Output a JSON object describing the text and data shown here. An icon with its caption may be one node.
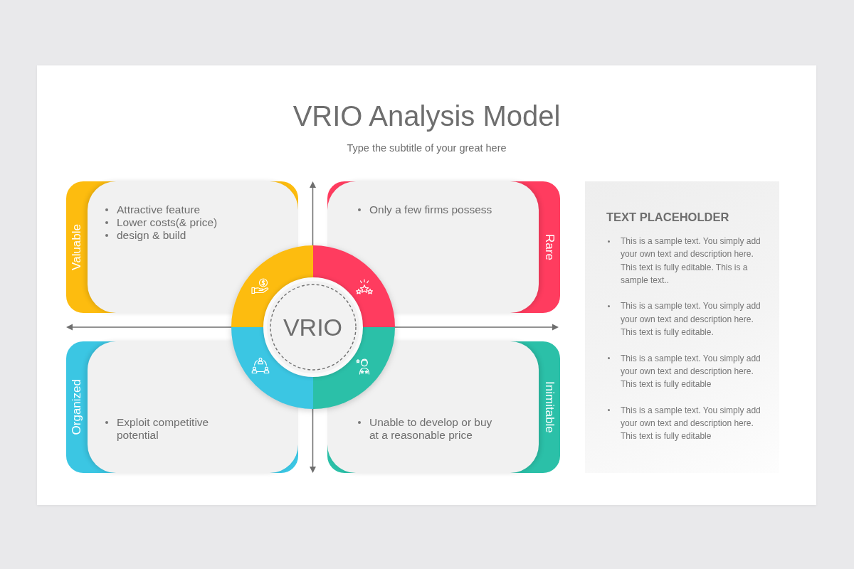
{
  "diagram": {
    "title": "VRIO Analysis Model",
    "nodes": [
      {
        "text": [
          "Valuable",
          "Attractive feature",
          "Lower costs(& price)",
          "design & build"
        ]
      },
      {
        "text": [
          "Rare",
          "Only a few firms possess"
        ]
      },
      {
        "text": [
          "Organized",
          "Exploit competitive potential"
        ]
      },
      {
        "text": [
          "Inimitable",
          "Unable to develop or buy at a reasonable price"
        ]
      },
      {
        "text": [
          "VRIO"
        ]
      },
      {
        "text": [
          "TEXT PLACEHOLDER",
          "This is a sample text. You simply add your own text and description here. This text is fully editable. This is a sample text..",
          "This is a sample text. You simply add your own text and description here. This text is fully editable.",
          "This is a sample text. You simply add your own text and description here. This text is fully editable",
          "This is a sample text. You simply add your own text and description here. This text is fully editable"
        ]
      }
    ],
    "labels": [
      "Type the subtitle of your great here"
    ]
  }
}
